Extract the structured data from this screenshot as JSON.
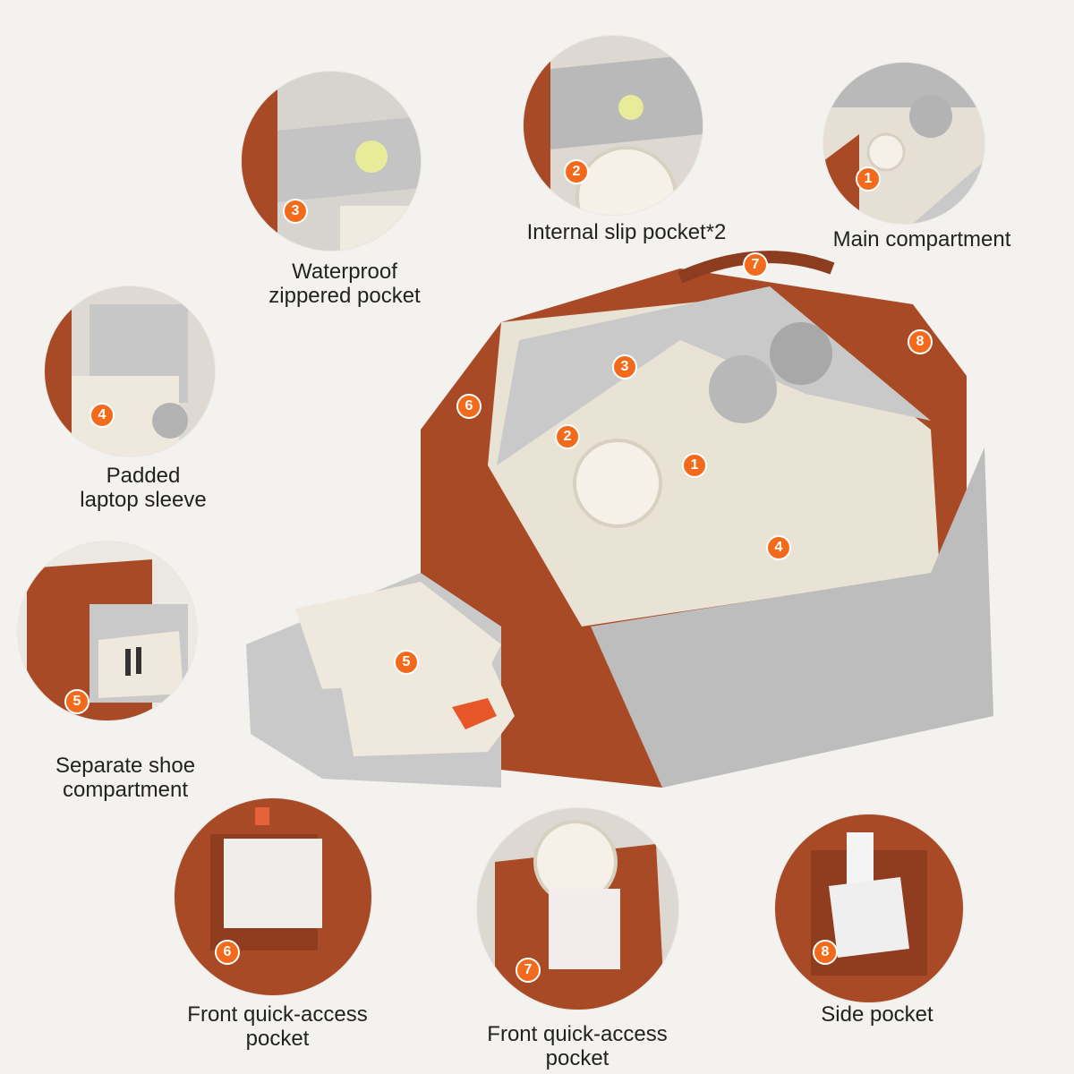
{
  "colors": {
    "badge": "#f26a1b",
    "bag_rust": "#a94a26",
    "lining": "#bdbdbd",
    "background": "#f4f2ef"
  },
  "features": [
    {
      "num": "1",
      "lines": [
        "Main compartment"
      ]
    },
    {
      "num": "2",
      "lines": [
        "Internal slip pocket*2"
      ]
    },
    {
      "num": "3",
      "lines": [
        "Waterproof",
        "zippered pocket"
      ]
    },
    {
      "num": "4",
      "lines": [
        "Padded",
        "laptop sleeve"
      ]
    },
    {
      "num": "5",
      "lines": [
        "Separate shoe",
        "compartment"
      ]
    },
    {
      "num": "6",
      "lines": [
        "Front quick-access",
        "pocket"
      ]
    },
    {
      "num": "7",
      "lines": [
        "Front quick-access",
        "pocket"
      ]
    },
    {
      "num": "8",
      "lines": [
        "Side pocket"
      ]
    }
  ],
  "main_bag_badges": [
    "1",
    "2",
    "3",
    "4",
    "5",
    "6",
    "7",
    "8"
  ]
}
